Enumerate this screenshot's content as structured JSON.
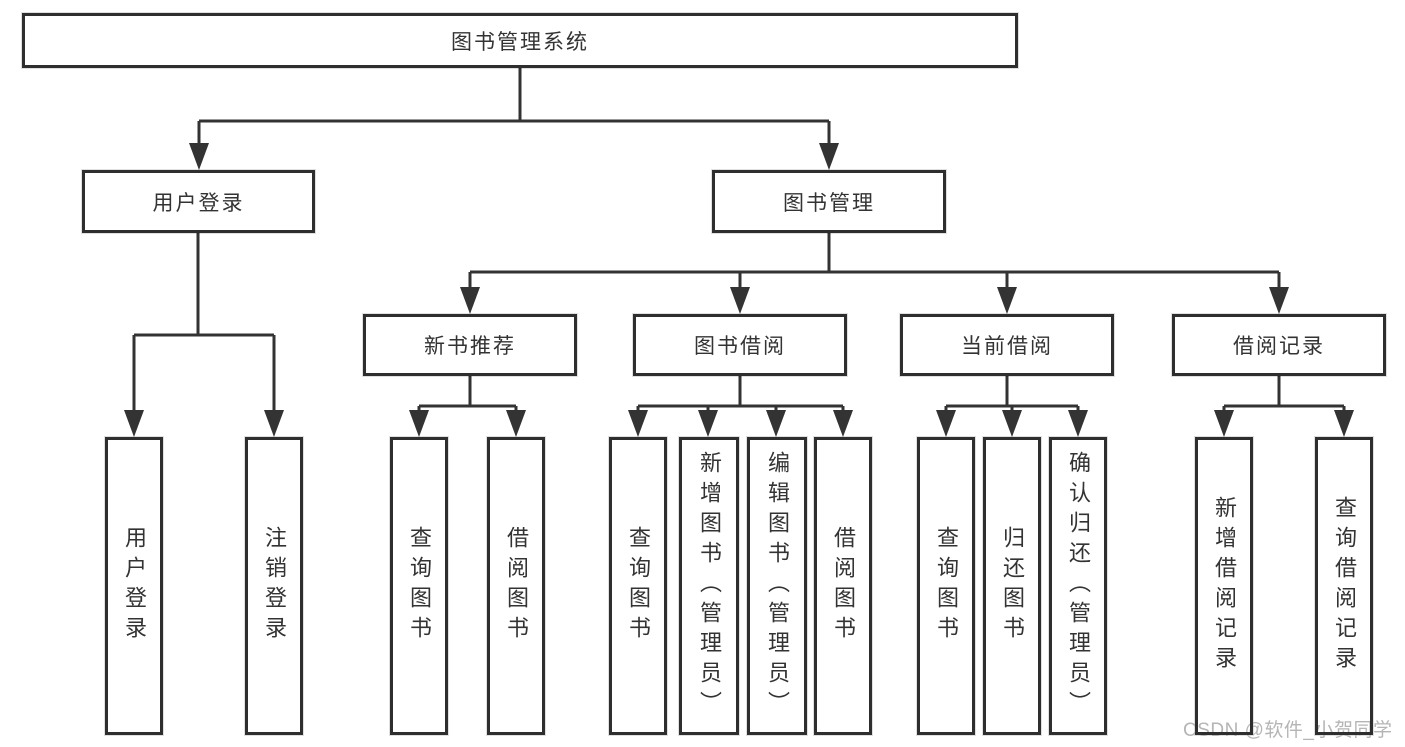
{
  "diagram": {
    "root": {
      "label": "图书管理系统"
    },
    "level2": [
      {
        "label": "用户登录"
      },
      {
        "label": "图书管理"
      }
    ],
    "level3": [
      {
        "label": "新书推荐"
      },
      {
        "label": "图书借阅"
      },
      {
        "label": "当前借阅"
      },
      {
        "label": "借阅记录"
      }
    ],
    "leaves": {
      "user_login": [
        {
          "label": "用户登录"
        },
        {
          "label": "注销登录"
        }
      ],
      "new_books": [
        {
          "label": "查询图书"
        },
        {
          "label": "借阅图书"
        }
      ],
      "book_borrow": [
        {
          "label": "查询图书"
        },
        {
          "label": "新增图书（管理员）"
        },
        {
          "label": "编辑图书（管理员）"
        },
        {
          "label": "借阅图书"
        }
      ],
      "current_borrow": [
        {
          "label": "查询图书"
        },
        {
          "label": "归还图书"
        },
        {
          "label": "确认归还（管理员）"
        }
      ],
      "borrow_records": [
        {
          "label": "新增借阅记录"
        },
        {
          "label": "查询借阅记录"
        }
      ]
    }
  },
  "watermark": {
    "text": "CSDN @软件_小贺同学"
  },
  "colors": {
    "line": "#333333",
    "box_border": "#2e2e2e",
    "text": "#333333",
    "watermark": "#b5b5b5",
    "background": "#ffffff"
  }
}
